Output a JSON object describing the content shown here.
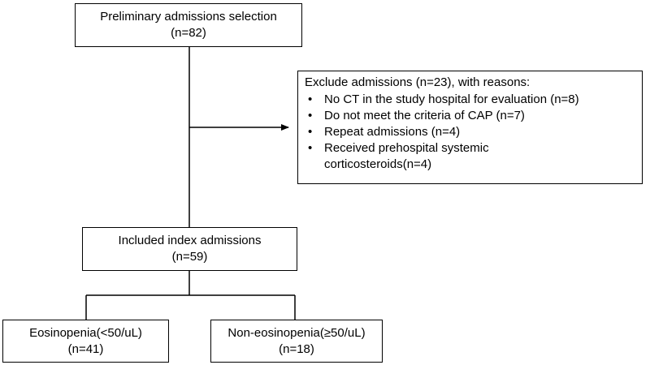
{
  "preliminary": {
    "title": "Preliminary admissions selection",
    "count": "(n=82)"
  },
  "exclusion": {
    "heading": "Exclude  admissions (n=23), with reasons:",
    "reasons": [
      {
        "line1": "No CT in the study hospital for evaluation (n=8)"
      },
      {
        "line1": "Do not meet the criteria of CAP (n=7)"
      },
      {
        "line1": "Repeat  admissions (n=4)"
      },
      {
        "line1": "Received  prehospital systemic",
        "line2": "corticosteroids(n=4)"
      }
    ]
  },
  "included": {
    "title": "Included index admissions",
    "count": "(n=59)"
  },
  "eosinopenia": {
    "title": "Eosinopenia(<50/uL)",
    "count": "(n=41)"
  },
  "non_eosinopenia": {
    "title": "Non-eosinopenia(≥50/uL)",
    "count": "(n=18)"
  }
}
